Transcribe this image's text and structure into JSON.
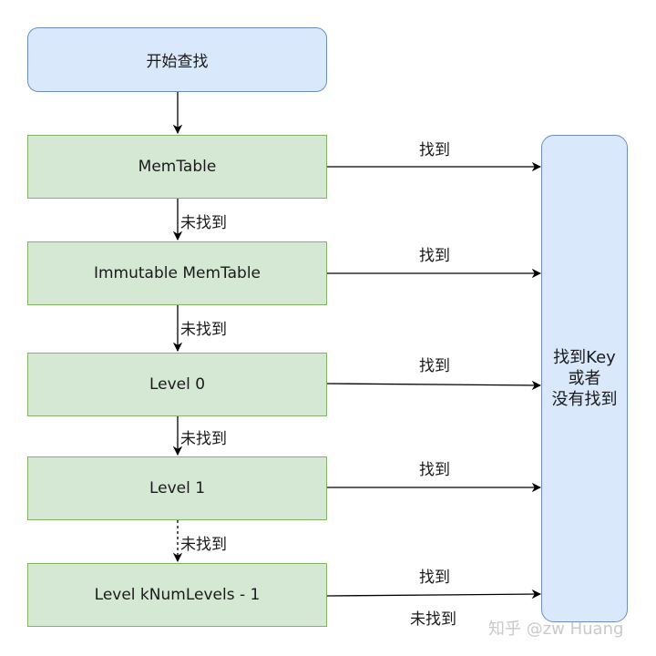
{
  "diagram": {
    "start": "开始查找",
    "stages": [
      {
        "label": "MemTable"
      },
      {
        "label": "Immutable MemTable"
      },
      {
        "label": "Level 0"
      },
      {
        "label": "Level 1"
      },
      {
        "label": "Level kNumLevels - 1"
      }
    ],
    "result_lines": [
      "找到Key",
      "或者",
      "没有找到"
    ],
    "found_label": "找到",
    "not_found_label": "未找到",
    "colors": {
      "start_fill": "#dae8fc",
      "start_stroke": "#6c8ebf",
      "stage_fill": "#d5e8d4",
      "stage_stroke": "#82b366"
    }
  },
  "watermark": "知乎 @zw Huang"
}
